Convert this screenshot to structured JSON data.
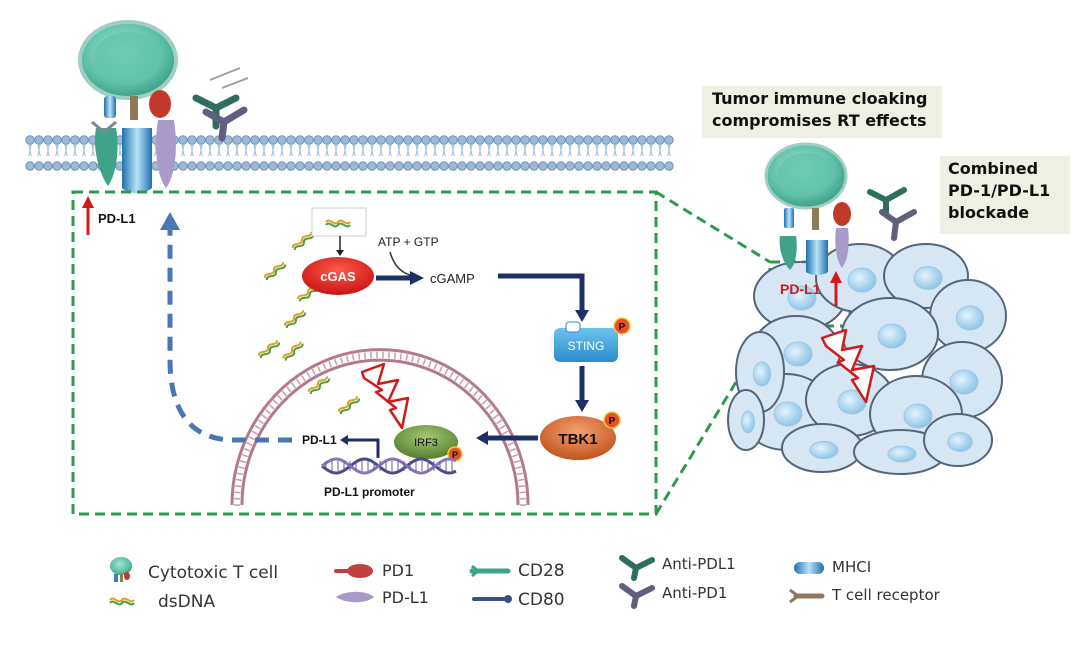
{
  "labels": {
    "pdl1_top": "PD-L1",
    "atp_gtp": "ATP + GTP",
    "cgas": "cGAS",
    "cgamp": "cGAMP",
    "sting": "STING",
    "tbk1": "TBK1",
    "irf3": "IRF3",
    "pdl1_gene": "PD-L1",
    "pdl1_promoter": "PD-L1 promoter",
    "pdl1_tumor": "PD-L1",
    "phospho": "P"
  },
  "callouts": {
    "cloaking": [
      "Tumor immune cloaking",
      "compromises RT effects"
    ],
    "blockade": [
      "Combined",
      "PD-1/PD-L1",
      "blockade"
    ]
  },
  "legend": {
    "t_cell": "Cytotoxic T cell",
    "dsdna": "dsDNA",
    "pd1": "PD1",
    "pdl1": "PD-L1",
    "cd28": "CD28",
    "cd80": "CD80",
    "anti_pdl1": "Anti-PDL1",
    "anti_pd1": "Anti-PD1",
    "mhci": "MHCI",
    "tcr": "T cell receptor"
  },
  "colors": {
    "red_arrow": "#d11a1a",
    "navy_arrow": "#1c2f66",
    "dashed_blue": "#4a76b4",
    "dashed_green": "#2e9a4a",
    "cgas": "#e02020",
    "sting": "#3a9fd8",
    "tbk1": "#d7692a",
    "irf3": "#6e9a3c",
    "tcell": "#5fc4ad",
    "pd1": "#c04040",
    "pdl1_receptor": "#a89ac8",
    "anti_pdl1": "#2f6e5c",
    "anti_pd1": "#5f5f80",
    "tumor_cell": "#cfe2ef"
  }
}
